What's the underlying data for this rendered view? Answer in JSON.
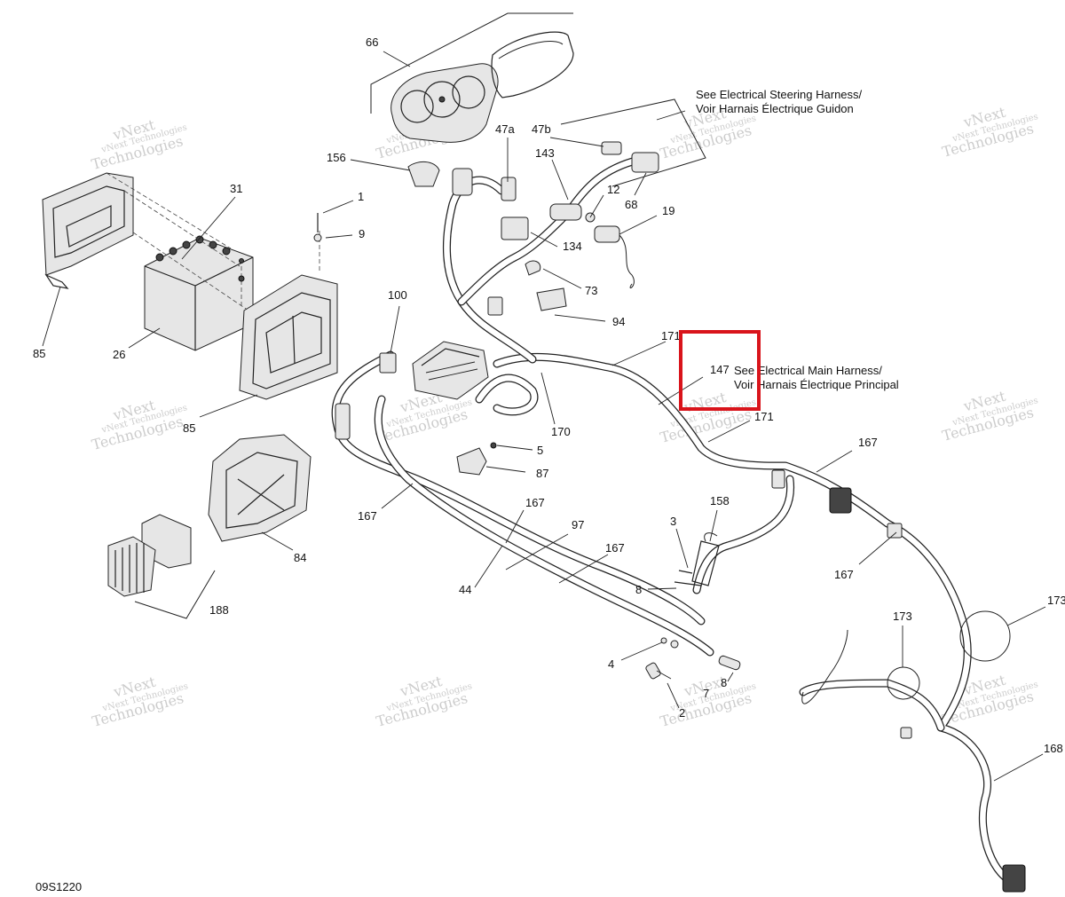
{
  "diagram_id": "09S1220",
  "notes": {
    "steering_line1": "See Electrical Steering Harness/",
    "steering_line2": "Voir Harnais Électrique Guidon",
    "main_line1": "See Electrical Main Harness/",
    "main_line2": "Voir Harnais Électrique Principal"
  },
  "watermark": {
    "line1": "vNext",
    "line2": "Technologies",
    "small": "vNext Technologies"
  },
  "highlight_color": "#d9141b",
  "callouts": [
    {
      "id": "66",
      "label": "66"
    },
    {
      "id": "47a",
      "label": "47a"
    },
    {
      "id": "47b",
      "label": "47b"
    },
    {
      "id": "156",
      "label": "156"
    },
    {
      "id": "143",
      "label": "143"
    },
    {
      "id": "12",
      "label": "12"
    },
    {
      "id": "68",
      "label": "68"
    },
    {
      "id": "19",
      "label": "19"
    },
    {
      "id": "31",
      "label": "31"
    },
    {
      "id": "1",
      "label": "1"
    },
    {
      "id": "9",
      "label": "9"
    },
    {
      "id": "134",
      "label": "134"
    },
    {
      "id": "73",
      "label": "73"
    },
    {
      "id": "100",
      "label": "100"
    },
    {
      "id": "94",
      "label": "94"
    },
    {
      "id": "85a",
      "label": "85"
    },
    {
      "id": "26",
      "label": "26"
    },
    {
      "id": "85b",
      "label": "85"
    },
    {
      "id": "171a",
      "label": "171"
    },
    {
      "id": "147",
      "label": "147"
    },
    {
      "id": "171b",
      "label": "171"
    },
    {
      "id": "170",
      "label": "170"
    },
    {
      "id": "5",
      "label": "5"
    },
    {
      "id": "87",
      "label": "87"
    },
    {
      "id": "167a",
      "label": "167"
    },
    {
      "id": "167b",
      "label": "167"
    },
    {
      "id": "167c",
      "label": "167"
    },
    {
      "id": "167d",
      "label": "167"
    },
    {
      "id": "167e",
      "label": "167"
    },
    {
      "id": "97",
      "label": "97"
    },
    {
      "id": "44",
      "label": "44"
    },
    {
      "id": "84",
      "label": "84"
    },
    {
      "id": "188",
      "label": "188"
    },
    {
      "id": "3",
      "label": "3"
    },
    {
      "id": "158",
      "label": "158"
    },
    {
      "id": "8a",
      "label": "8"
    },
    {
      "id": "4",
      "label": "4"
    },
    {
      "id": "8b",
      "label": "8"
    },
    {
      "id": "7",
      "label": "7"
    },
    {
      "id": "2",
      "label": "2"
    },
    {
      "id": "173a",
      "label": "173"
    },
    {
      "id": "173b",
      "label": "173"
    },
    {
      "id": "168",
      "label": "168"
    }
  ]
}
